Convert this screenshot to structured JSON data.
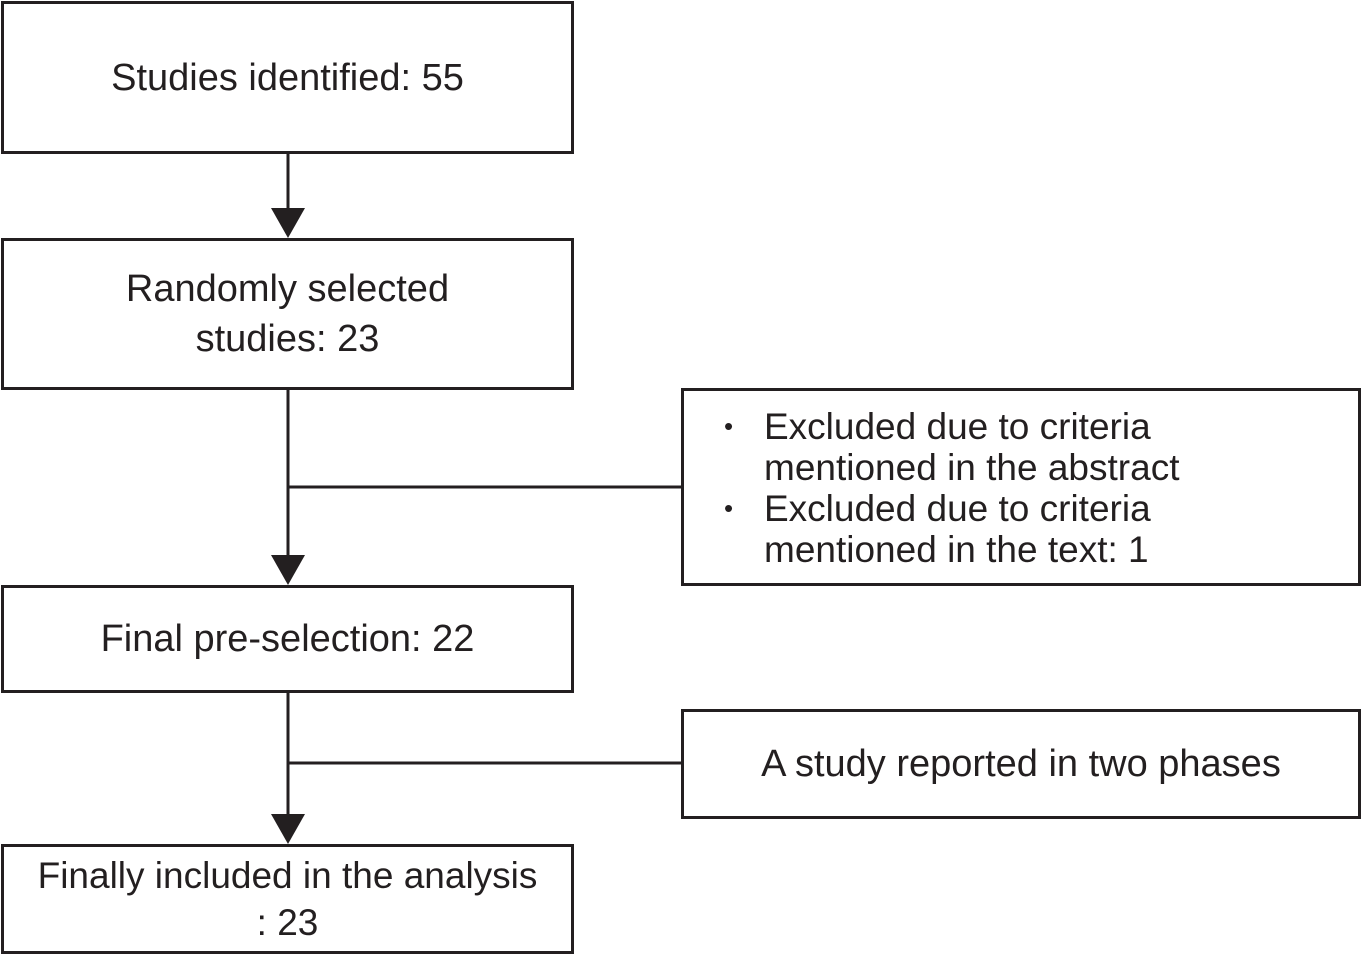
{
  "flowchart": {
    "boxes": {
      "identified": "Studies identified: 55",
      "random_selected": "Randomly selected\nstudies: 23",
      "final_preselection": "Final pre-selection: 22",
      "finally_included": "Finally included in the analysis\n: 23",
      "two_phases": "A study reported in two phases"
    },
    "exclusions": [
      {
        "bullet": "•",
        "text": "Excluded due to criteria\nmentioned in the abstract"
      },
      {
        "bullet": "•",
        "text": "Excluded due to criteria\nmentioned in the text: 1"
      }
    ]
  }
}
